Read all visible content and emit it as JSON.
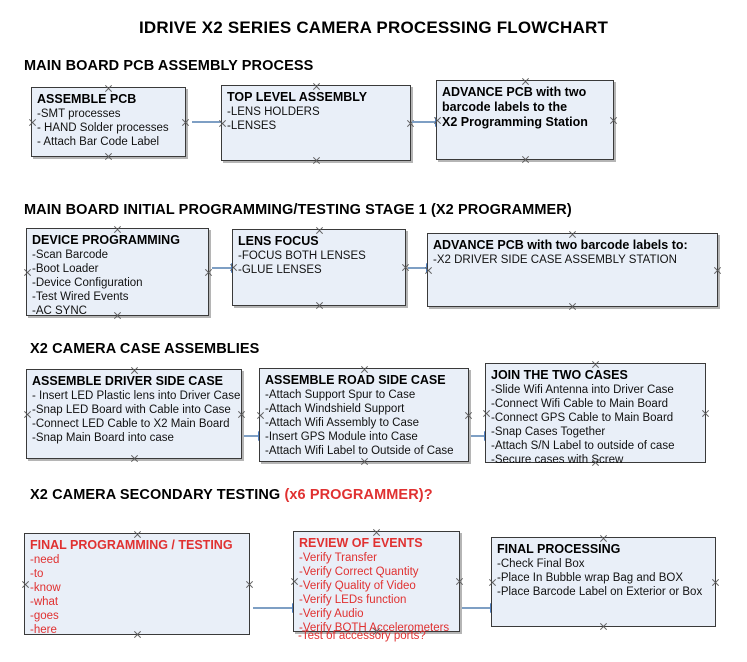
{
  "title": "IDRIVE X2  SERIES CAMERA PROCESSING FLOWCHART",
  "colors": {
    "node_fill": "#e9eff8",
    "node_border": "#3a3a3a",
    "connector": "#7e9fc4",
    "accent_red": "#e03131",
    "text": "#000000"
  },
  "sections": [
    {
      "heading": "MAIN BOARD PCB ASSEMBLY PROCESS",
      "heading_accent": "",
      "nodes": [
        {
          "title": "ASSEMBLE PCB",
          "items": [
            "-SMT processes",
            "- HAND Solder processes",
            "- Attach Bar Code Label"
          ]
        },
        {
          "title": "TOP LEVEL ASSEMBLY",
          "items": [
            "-LENS HOLDERS",
            "-LENSES"
          ]
        },
        {
          "title": "ADVANCE PCB with two",
          "items": [
            "barcode labels to the",
            " X2 Programming Station"
          ]
        }
      ]
    },
    {
      "heading": "MAIN BOARD INITIAL PROGRAMMING/TESTING STAGE 1 (X2 PROGRAMMER)",
      "heading_accent": "",
      "nodes": [
        {
          "title": "DEVICE PROGRAMMING",
          "items": [
            "-Scan Barcode",
            "-Boot Loader",
            "-Device Configuration",
            "-Test Wired Events",
            "-AC SYNC"
          ]
        },
        {
          "title": "LENS FOCUS",
          "items": [
            "-FOCUS BOTH LENSES",
            "-GLUE LENSES"
          ]
        },
        {
          "title": "ADVANCE PCB with two barcode labels to:",
          "items": [
            "-X2 DRIVER  SIDE  CASE  ASSEMBLY STATION"
          ]
        }
      ]
    },
    {
      "heading": "X2 CAMERA CASE ASSEMBLIES",
      "heading_accent": "",
      "nodes": [
        {
          "title": "ASSEMBLE DRIVER SIDE CASE",
          "items": [
            "- Insert LED Plastic lens into Driver Case",
            "-Snap LED Board with Cable into Case",
            "-Connect LED Cable to X2 Main Board",
            "-Snap Main Board into case"
          ]
        },
        {
          "title": "ASSEMBLE ROAD SIDE CASE",
          "items": [
            "-Attach Support Spur to Case",
            "-Attach Windshield Support",
            "-Attach Wifi Assembly to Case",
            "-Insert GPS Module into Case",
            "-Attach Wifi Label to Outside of Case"
          ]
        },
        {
          "title": "JOIN THE TWO CASES",
          "items": [
            "-Slide Wifi Antenna into Driver Case",
            "-Connect Wifi Cable to Main Board",
            "-Connect GPS Cable to Main Board",
            "-Snap Cases Together",
            "-Attach S/N Label to outside of case",
            "-Secure cases with Screw"
          ]
        }
      ]
    },
    {
      "heading": "X2 CAMERA SECONDARY TESTING ",
      "heading_accent": "(x6 PROGRAMMER)?",
      "nodes": [
        {
          "title": "FINAL PROGRAMMING / TESTING",
          "items": [
            "-need",
            "-to",
            "-know",
            "-what",
            "-goes",
            "-here"
          ]
        },
        {
          "title": "REVIEW OF EVENTS",
          "items": [
            "-Verify Transfer",
            "-Verify Correct Quantity",
            "-Verify Quality of Video",
            "-Verify LEDs function",
            "-Verify Audio",
            "-Verify BOTH Accelerometers"
          ],
          "overflow_item": "-Test of accessory ports?"
        },
        {
          "title": "FINAL PROCESSING",
          "items": [
            " -Check Final Box",
            "-Place In Bubble wrap Bag and BOX",
            "-Place Barcode Label on Exterior or Box"
          ]
        }
      ]
    }
  ]
}
